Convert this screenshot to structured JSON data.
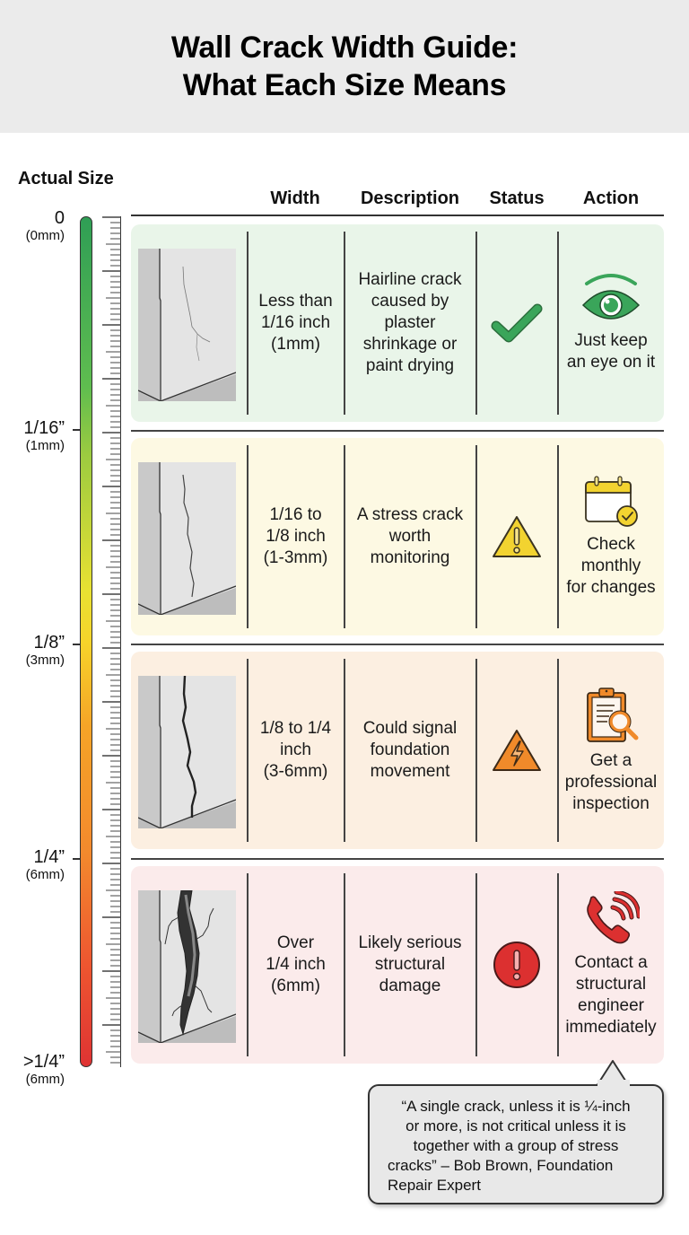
{
  "header": {
    "title_line1": "Wall Crack Width Guide:",
    "title_line2": "What Each Size Means"
  },
  "scale": {
    "title": "Actual Size",
    "labels": [
      {
        "inch": "0",
        "mm": "(0mm)"
      },
      {
        "inch": "1/16”",
        "mm": "(1mm)"
      },
      {
        "inch": "1/8”",
        "mm": "(3mm)"
      },
      {
        "inch": "1/4”",
        "mm": "(6mm)"
      },
      {
        "inch": ">1/4”",
        "mm": "(6mm)"
      }
    ],
    "gradient_colors": [
      "#2f9e55",
      "#9ccb40",
      "#f6d42a",
      "#f3892d",
      "#df3333"
    ]
  },
  "table": {
    "columns": [
      "Width",
      "Description",
      "Status",
      "Action"
    ],
    "rows": [
      {
        "severity": "low",
        "bg": "#e9f5e9",
        "accent": "#3aa55a",
        "crack_image": "hairline-crack",
        "width_lines": [
          "Less than",
          "1/16 inch",
          "(1mm)"
        ],
        "description_lines": [
          "Hairline crack",
          "caused by",
          "plaster",
          "shrinkage or",
          "paint drying"
        ],
        "status_icon": "checkmark-icon",
        "action_icon": "eye-icon",
        "action_lines": [
          "Just keep",
          "an eye on it"
        ]
      },
      {
        "severity": "moderate",
        "bg": "#fdf9e3",
        "accent": "#f2d330",
        "crack_image": "stress-crack",
        "width_lines": [
          "1/16 to",
          "1/8 inch",
          "(1-3mm)"
        ],
        "description_lines": [
          "A stress crack",
          "worth",
          "monitoring"
        ],
        "status_icon": "warning-icon",
        "action_icon": "calendar-check-icon",
        "action_lines": [
          "Check",
          "monthly",
          "for changes"
        ]
      },
      {
        "severity": "high",
        "bg": "#fcefe1",
        "accent": "#f08a2a",
        "crack_image": "wide-crack",
        "width_lines": [
          "1/8 to 1/4",
          "inch",
          "(3-6mm)"
        ],
        "description_lines": [
          "Could signal",
          "foundation",
          "movement"
        ],
        "status_icon": "lightning-warning-icon",
        "action_icon": "clipboard-search-icon",
        "action_lines": [
          "Get a",
          "professional",
          "inspection"
        ]
      },
      {
        "severity": "critical",
        "bg": "#fbebeb",
        "accent": "#dc3030",
        "crack_image": "severe-crack",
        "width_lines": [
          "Over",
          "1/4 inch",
          "(6mm)"
        ],
        "description_lines": [
          "Likely serious",
          "structural",
          "damage"
        ],
        "status_icon": "exclamation-circle-icon",
        "action_icon": "phone-ringing-icon",
        "action_lines": [
          "Contact a",
          "structural",
          "engineer",
          "immediately"
        ]
      }
    ]
  },
  "quote": {
    "lines": [
      "“A single crack, unless it is ¼-inch",
      "or more, is not critical unless it is",
      "together with a group of stress",
      "cracks” – Bob Brown, Foundation",
      "Repair Expert"
    ]
  }
}
